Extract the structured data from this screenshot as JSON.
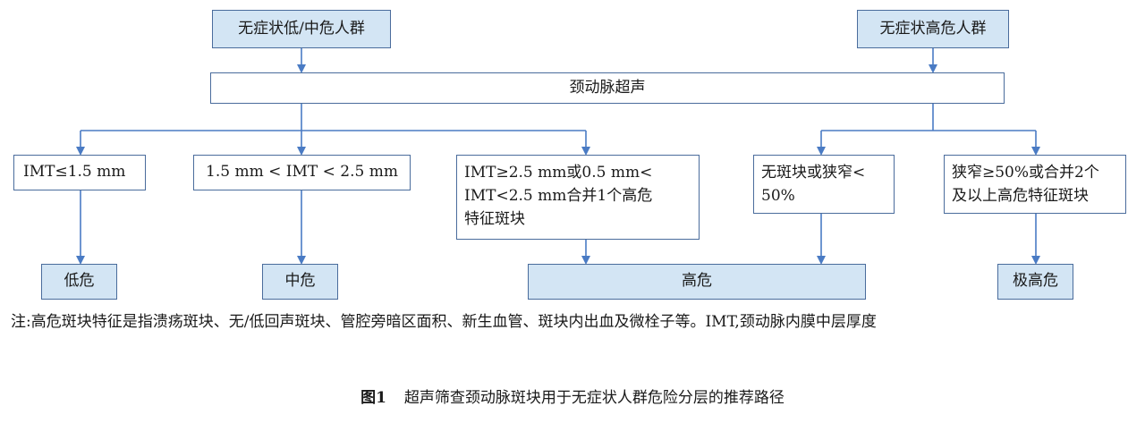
{
  "boxes": {
    "low_mid_group": "无症状低/中危人群",
    "high_group": "无症状高危人群",
    "ultrasound": "颈动脉超声",
    "imt_low": "IMT≤1.5 mm",
    "imt_mid": "1.5 mm < IMT < 2.5 mm",
    "imt_high_multi": "IMT≥2.5 mm或0.5 mm<\nIMT<2.5 mm合并1个高危\n特征斑块",
    "no_plaque": "无斑块或狭窄<\n50%",
    "stenosis": "狭窄≥50%或合并2个\n及以上高危特征斑块",
    "risk_low": "低危",
    "risk_mid": "中危",
    "risk_high": "高危",
    "risk_very_high": "极高危"
  },
  "note": "注:高危斑块特征是指溃疡斑块、无/低回声斑块、管腔旁暗区面积、新生血管、斑块内出血及微栓子等。IMT,颈动脉内膜中层厚度",
  "caption": {
    "label": "图1",
    "title": "超声筛查颈动脉斑块用于无症状人群危险分层的推荐路径"
  },
  "colors": {
    "line": "#4a7bc4",
    "border": "#4a6c9c",
    "fill_blue": "#d3e5f4"
  }
}
